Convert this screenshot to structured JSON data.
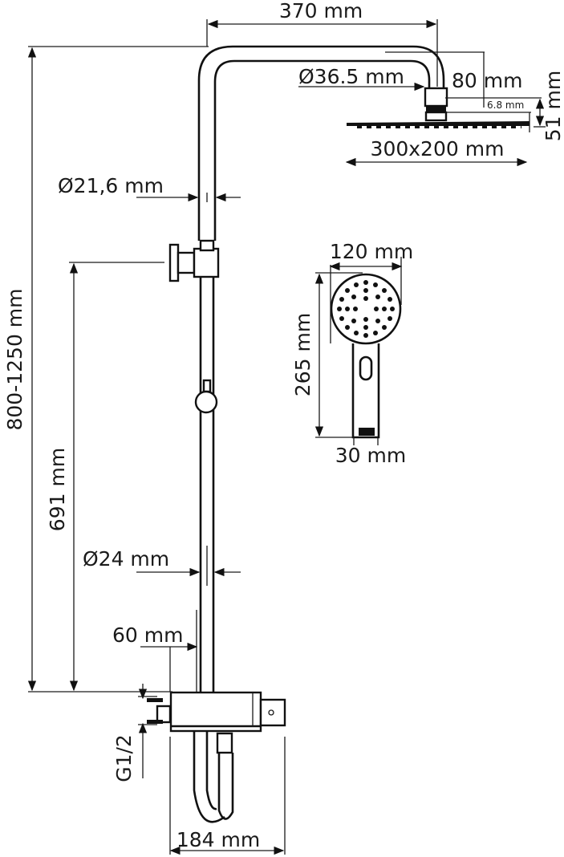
{
  "drawing": {
    "dimensions": {
      "arm_length": "370 mm",
      "total_height": "800-1250 mm",
      "diverter_height": "691 mm",
      "connector_diameter": "Ø36.5 mm",
      "head_offset": "80 mm",
      "head_thickness": "6.8 mm",
      "head_height": "51 mm",
      "head_size": "300x200 mm",
      "upper_pipe_diameter": "Ø21,6 mm",
      "lower_pipe_diameter": "Ø24 mm",
      "mixer_offset": "60 mm",
      "inlet_thread": "G1/2",
      "mixer_width": "184 mm",
      "hand_shower_width": "120 mm",
      "hand_shower_length": "265 mm",
      "hand_shower_handle": "30 mm"
    }
  }
}
